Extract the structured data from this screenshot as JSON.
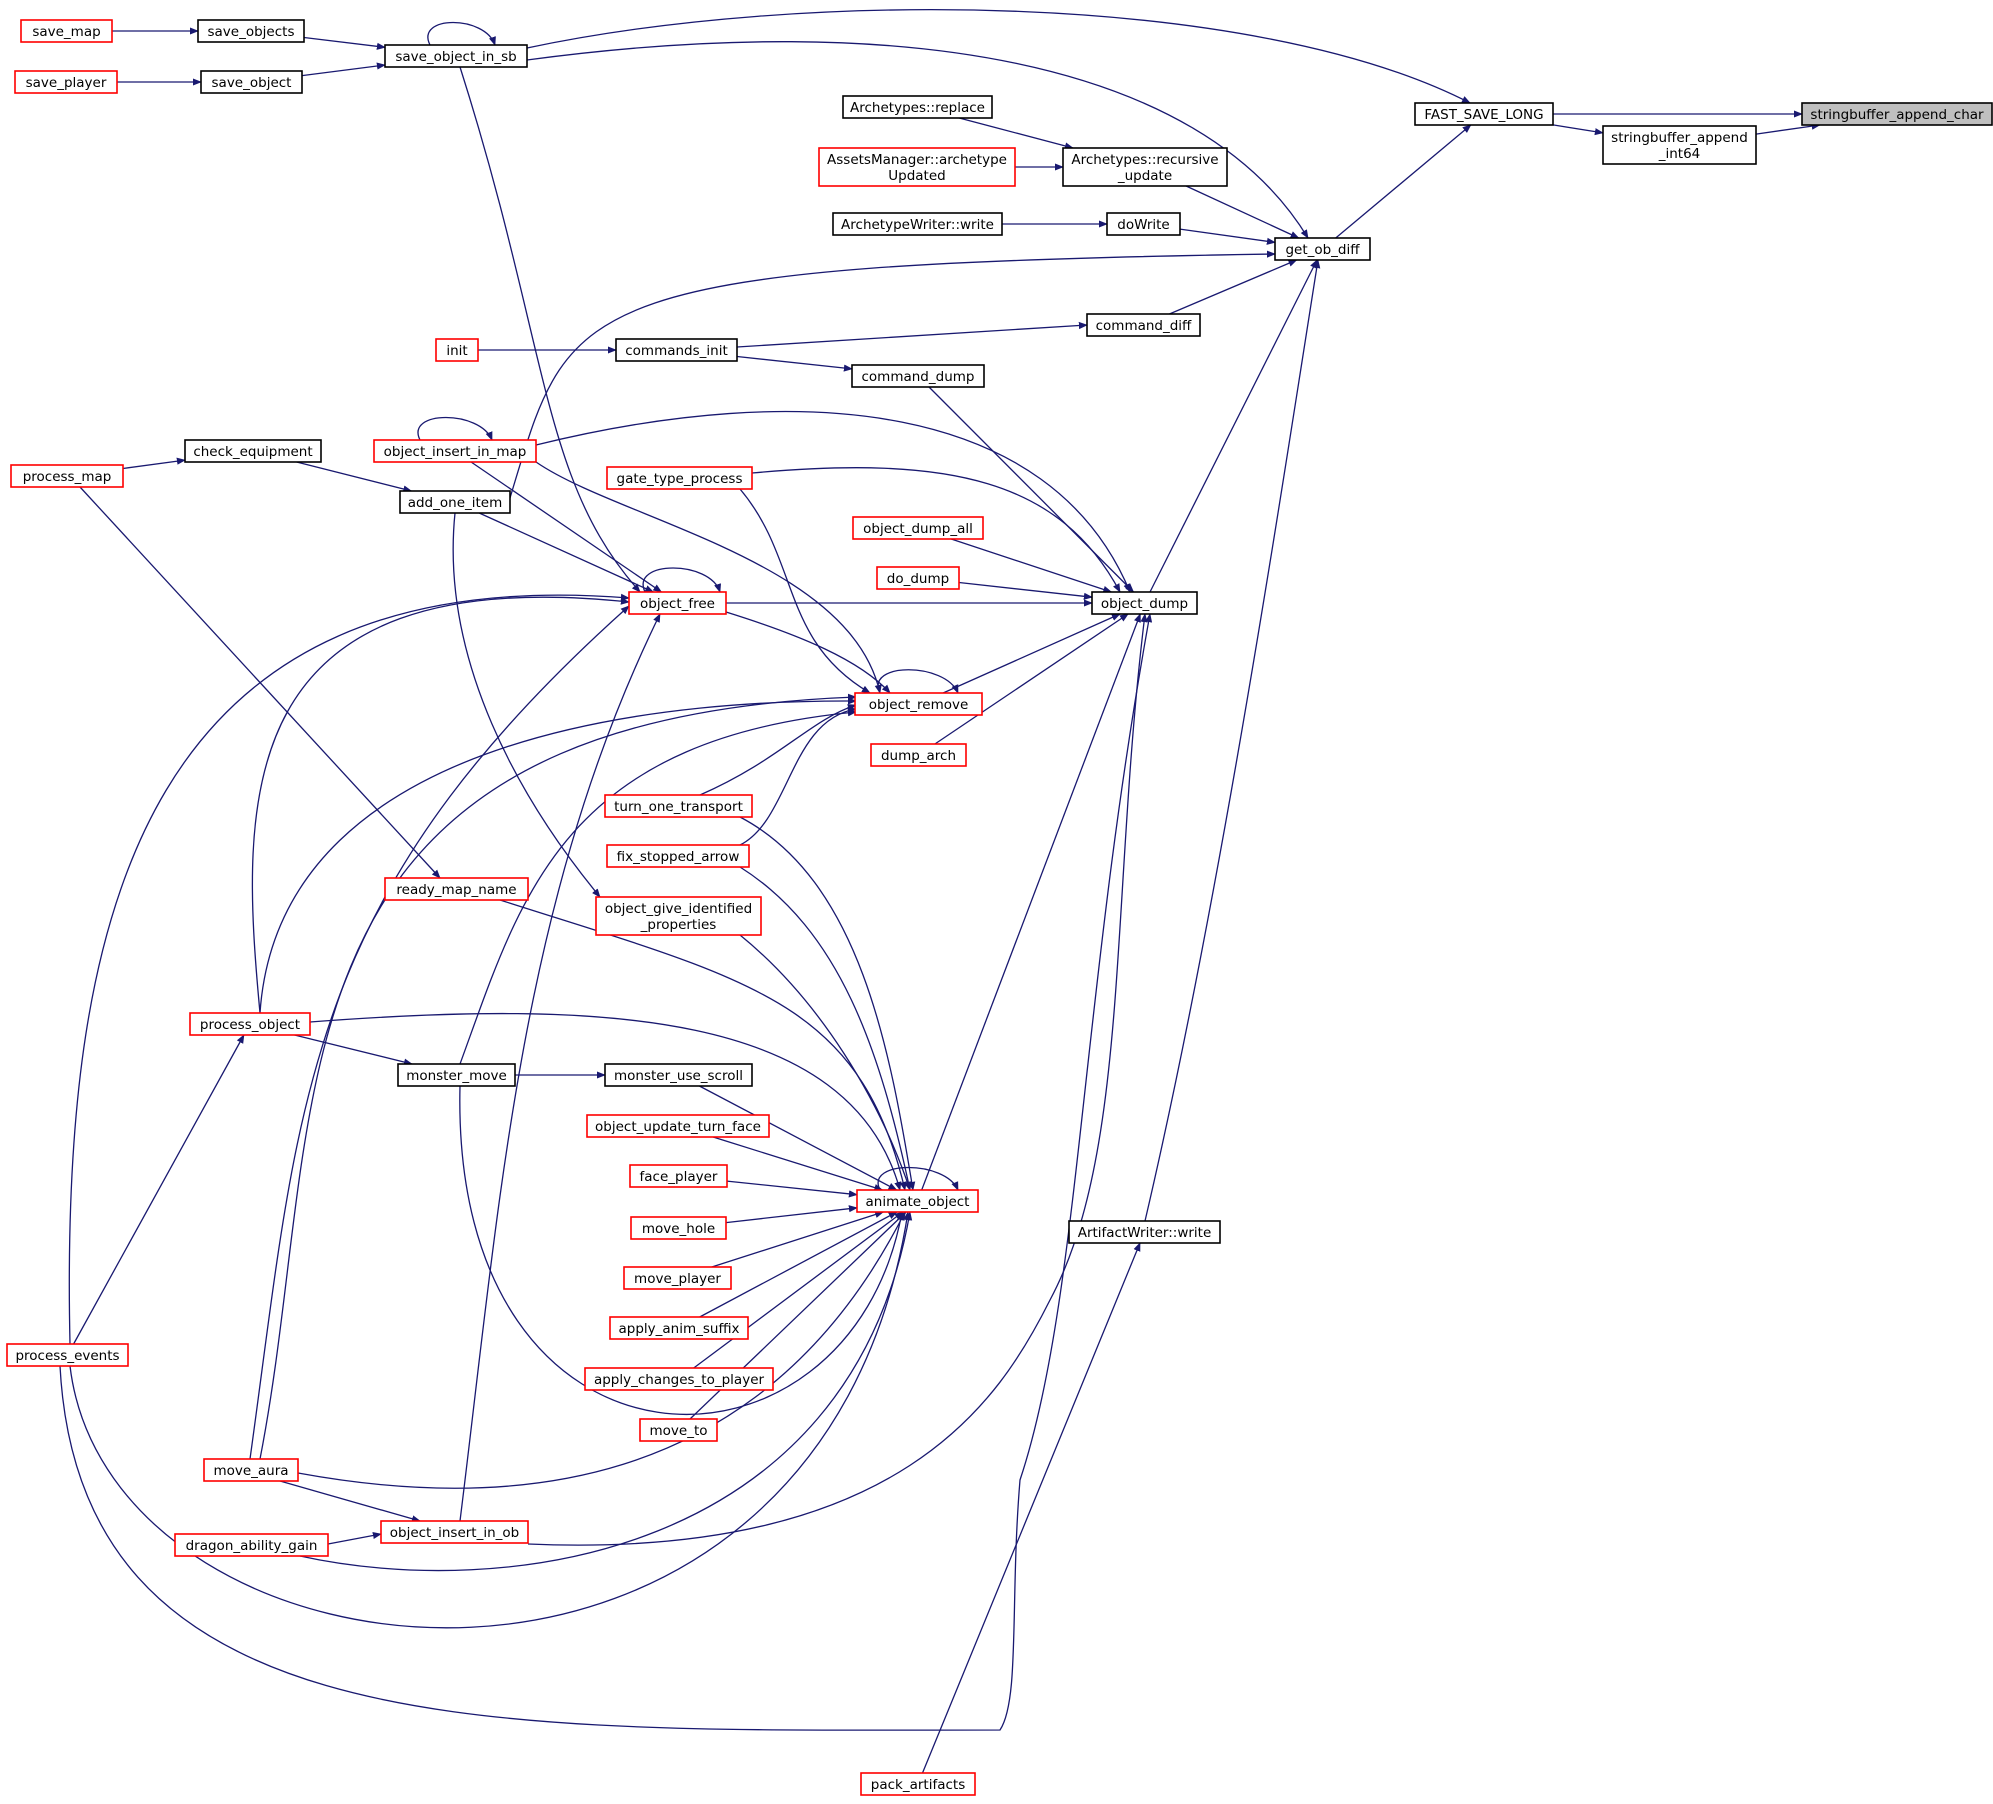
{
  "colors": {
    "edge": "#191970",
    "node_border_incomplete": "#ff0000",
    "node_border_normal": "#000000",
    "node_fill_root": "#bfbfbf",
    "node_fill": "#ffffff"
  },
  "nodes": [
    {
      "id": "stringbuffer_append_char",
      "label": "stringbuffer_append_char",
      "kind": "root"
    },
    {
      "id": "FAST_SAVE_LONG",
      "label": "FAST_SAVE_LONG",
      "kind": "normal"
    },
    {
      "id": "stringbuffer_append_int64",
      "label": "stringbuffer_append\n_int64",
      "kind": "normal"
    },
    {
      "id": "get_ob_diff",
      "label": "get_ob_diff",
      "kind": "normal"
    },
    {
      "id": "save_object_in_sb",
      "label": "save_object_in_sb",
      "kind": "normal"
    },
    {
      "id": "save_objects",
      "label": "save_objects",
      "kind": "normal"
    },
    {
      "id": "save_object",
      "label": "save_object",
      "kind": "normal"
    },
    {
      "id": "save_map",
      "label": "save_map",
      "kind": "incomplete"
    },
    {
      "id": "save_player",
      "label": "save_player",
      "kind": "incomplete"
    },
    {
      "id": "Archetypes_replace",
      "label": "Archetypes::replace",
      "kind": "normal"
    },
    {
      "id": "Archetypes_recursive_update",
      "label": "Archetypes::recursive\n_update",
      "kind": "normal"
    },
    {
      "id": "AssetsManager_archetypeUpdated",
      "label": "AssetsManager::archetype\nUpdated",
      "kind": "incomplete"
    },
    {
      "id": "ArchetypeWriter_write",
      "label": "ArchetypeWriter::write",
      "kind": "normal"
    },
    {
      "id": "doWrite",
      "label": "doWrite",
      "kind": "normal"
    },
    {
      "id": "command_diff",
      "label": "command_diff",
      "kind": "normal"
    },
    {
      "id": "commands_init",
      "label": "commands_init",
      "kind": "normal"
    },
    {
      "id": "init",
      "label": "init",
      "kind": "incomplete"
    },
    {
      "id": "command_dump",
      "label": "command_dump",
      "kind": "normal"
    },
    {
      "id": "object_insert_in_map",
      "label": "object_insert_in_map",
      "kind": "incomplete"
    },
    {
      "id": "check_equipment",
      "label": "check_equipment",
      "kind": "normal"
    },
    {
      "id": "process_map",
      "label": "process_map",
      "kind": "incomplete"
    },
    {
      "id": "add_one_item",
      "label": "add_one_item",
      "kind": "normal"
    },
    {
      "id": "gate_type_process",
      "label": "gate_type_process",
      "kind": "incomplete"
    },
    {
      "id": "object_dump_all",
      "label": "object_dump_all",
      "kind": "incomplete"
    },
    {
      "id": "do_dump",
      "label": "do_dump",
      "kind": "incomplete"
    },
    {
      "id": "object_free",
      "label": "object_free",
      "kind": "incomplete"
    },
    {
      "id": "object_dump",
      "label": "object_dump",
      "kind": "normal"
    },
    {
      "id": "object_remove",
      "label": "object_remove",
      "kind": "incomplete"
    },
    {
      "id": "dump_arch",
      "label": "dump_arch",
      "kind": "incomplete"
    },
    {
      "id": "turn_one_transport",
      "label": "turn_one_transport",
      "kind": "incomplete"
    },
    {
      "id": "fix_stopped_arrow",
      "label": "fix_stopped_arrow",
      "kind": "incomplete"
    },
    {
      "id": "ready_map_name",
      "label": "ready_map_name",
      "kind": "incomplete"
    },
    {
      "id": "object_give_identified_properties",
      "label": "object_give_identified\n_properties",
      "kind": "incomplete"
    },
    {
      "id": "process_object",
      "label": "process_object",
      "kind": "incomplete"
    },
    {
      "id": "monster_move",
      "label": "monster_move",
      "kind": "normal"
    },
    {
      "id": "monster_use_scroll",
      "label": "monster_use_scroll",
      "kind": "normal"
    },
    {
      "id": "object_update_turn_face",
      "label": "object_update_turn_face",
      "kind": "incomplete"
    },
    {
      "id": "face_player",
      "label": "face_player",
      "kind": "incomplete"
    },
    {
      "id": "animate_object",
      "label": "animate_object",
      "kind": "incomplete"
    },
    {
      "id": "move_hole",
      "label": "move_hole",
      "kind": "incomplete"
    },
    {
      "id": "ArtifactWriter_write",
      "label": "ArtifactWriter::write",
      "kind": "normal"
    },
    {
      "id": "move_player",
      "label": "move_player",
      "kind": "incomplete"
    },
    {
      "id": "apply_anim_suffix",
      "label": "apply_anim_suffix",
      "kind": "incomplete"
    },
    {
      "id": "process_events",
      "label": "process_events",
      "kind": "incomplete"
    },
    {
      "id": "apply_changes_to_player",
      "label": "apply_changes_to_player",
      "kind": "incomplete"
    },
    {
      "id": "move_to",
      "label": "move_to",
      "kind": "incomplete"
    },
    {
      "id": "move_aura",
      "label": "move_aura",
      "kind": "incomplete"
    },
    {
      "id": "dragon_ability_gain",
      "label": "dragon_ability_gain",
      "kind": "incomplete"
    },
    {
      "id": "object_insert_in_ob",
      "label": "object_insert_in_ob",
      "kind": "incomplete"
    },
    {
      "id": "pack_artifacts",
      "label": "pack_artifacts",
      "kind": "incomplete"
    }
  ],
  "edges": [
    [
      "FAST_SAVE_LONG",
      "stringbuffer_append_char"
    ],
    [
      "stringbuffer_append_int64",
      "stringbuffer_append_char"
    ],
    [
      "FAST_SAVE_LONG",
      "stringbuffer_append_int64"
    ],
    [
      "get_ob_diff",
      "FAST_SAVE_LONG"
    ],
    [
      "save_object_in_sb",
      "FAST_SAVE_LONG"
    ],
    [
      "save_object_in_sb",
      "get_ob_diff"
    ],
    [
      "save_object_in_sb",
      "save_object_in_sb"
    ],
    [
      "save_objects",
      "save_object_in_sb"
    ],
    [
      "save_object",
      "save_object_in_sb"
    ],
    [
      "save_map",
      "save_objects"
    ],
    [
      "save_player",
      "save_object"
    ],
    [
      "Archetypes_replace",
      "Archetypes_recursive_update"
    ],
    [
      "AssetsManager_archetypeUpdated",
      "Archetypes_recursive_update"
    ],
    [
      "Archetypes_recursive_update",
      "get_ob_diff"
    ],
    [
      "ArchetypeWriter_write",
      "doWrite"
    ],
    [
      "doWrite",
      "get_ob_diff"
    ],
    [
      "add_one_item",
      "get_ob_diff"
    ],
    [
      "command_diff",
      "get_ob_diff"
    ],
    [
      "object_dump",
      "get_ob_diff"
    ],
    [
      "ArtifactWriter_write",
      "get_ob_diff"
    ],
    [
      "commands_init",
      "command_diff"
    ],
    [
      "init",
      "commands_init"
    ],
    [
      "commands_init",
      "command_dump"
    ],
    [
      "command_dump",
      "object_dump"
    ],
    [
      "object_insert_in_map",
      "object_insert_in_map"
    ],
    [
      "object_insert_in_map",
      "object_dump"
    ],
    [
      "check_equipment",
      "add_one_item"
    ],
    [
      "process_map",
      "check_equipment"
    ],
    [
      "process_map",
      "ready_map_name"
    ],
    [
      "gate_type_process",
      "object_dump"
    ],
    [
      "object_dump_all",
      "object_dump"
    ],
    [
      "do_dump",
      "object_dump"
    ],
    [
      "object_free",
      "object_dump"
    ],
    [
      "object_remove",
      "object_dump"
    ],
    [
      "dump_arch",
      "object_dump"
    ],
    [
      "animate_object",
      "object_dump"
    ],
    [
      "object_insert_in_ob",
      "object_dump"
    ],
    [
      "process_events",
      "object_dump"
    ],
    [
      "object_free",
      "object_free"
    ],
    [
      "save_object_in_sb",
      "object_free"
    ],
    [
      "object_insert_in_map",
      "object_free"
    ],
    [
      "add_one_item",
      "object_free"
    ],
    [
      "process_events",
      "object_free"
    ],
    [
      "process_object",
      "object_free"
    ],
    [
      "move_aura",
      "object_free"
    ],
    [
      "object_insert_in_ob",
      "object_free"
    ],
    [
      "object_remove",
      "object_remove"
    ],
    [
      "object_free",
      "object_remove"
    ],
    [
      "object_insert_in_map",
      "object_remove"
    ],
    [
      "gate_type_process",
      "object_remove"
    ],
    [
      "turn_one_transport",
      "object_remove"
    ],
    [
      "fix_stopped_arrow",
      "object_remove"
    ],
    [
      "process_object",
      "object_remove"
    ],
    [
      "monster_move",
      "object_remove"
    ],
    [
      "move_aura",
      "object_remove"
    ],
    [
      "add_one_item",
      "object_give_identified_properties"
    ],
    [
      "process_object",
      "monster_move"
    ],
    [
      "process_events",
      "process_object"
    ],
    [
      "monster_move",
      "monster_use_scroll"
    ],
    [
      "animate_object",
      "animate_object"
    ],
    [
      "turn_one_transport",
      "animate_object"
    ],
    [
      "fix_stopped_arrow",
      "animate_object"
    ],
    [
      "ready_map_name",
      "animate_object"
    ],
    [
      "object_give_identified_properties",
      "animate_object"
    ],
    [
      "process_object",
      "animate_object"
    ],
    [
      "monster_use_scroll",
      "animate_object"
    ],
    [
      "monster_move",
      "animate_object"
    ],
    [
      "object_update_turn_face",
      "animate_object"
    ],
    [
      "face_player",
      "animate_object"
    ],
    [
      "move_hole",
      "animate_object"
    ],
    [
      "move_player",
      "animate_object"
    ],
    [
      "apply_anim_suffix",
      "animate_object"
    ],
    [
      "apply_changes_to_player",
      "animate_object"
    ],
    [
      "move_to",
      "animate_object"
    ],
    [
      "move_aura",
      "animate_object"
    ],
    [
      "dragon_ability_gain",
      "animate_object"
    ],
    [
      "process_events",
      "animate_object"
    ],
    [
      "pack_artifacts",
      "ArtifactWriter_write"
    ],
    [
      "move_aura",
      "object_insert_in_ob"
    ],
    [
      "dragon_ability_gain",
      "object_insert_in_ob"
    ]
  ]
}
